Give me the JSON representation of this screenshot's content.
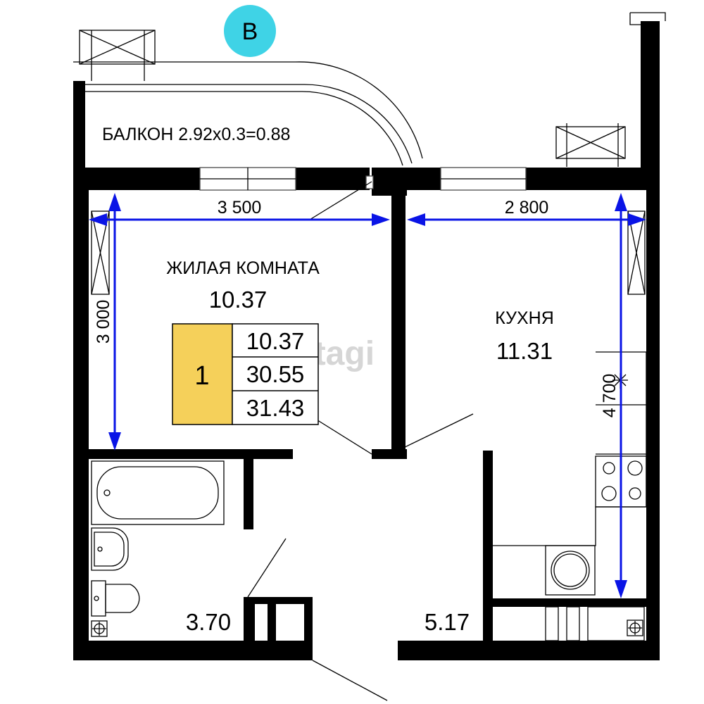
{
  "plan": {
    "section_badge": "В",
    "balcony_label": "БАЛКОН 2.92х0.3=0.88",
    "living_room": {
      "name": "ЖИЛАЯ КОМНАТА",
      "area": "10.37"
    },
    "kitchen": {
      "name": "КУХНЯ",
      "area": "11.31"
    },
    "bathroom_area": "3.70",
    "hallway_area": "5.17",
    "dimensions": {
      "living_width": "3 500",
      "living_depth": "3 000",
      "kitchen_width": "2 800",
      "kitchen_depth": "4 700"
    },
    "summary": {
      "rooms": "1",
      "living_area": "10.37",
      "total_area": "30.55",
      "total_with_balcony": "31.43"
    },
    "watermark": "etagi",
    "colors": {
      "badge_fill": "#3fd3e6",
      "summary_fill": "#f5d05a",
      "dimension_arrows": "#0a14e6",
      "walls": "#000000"
    }
  }
}
